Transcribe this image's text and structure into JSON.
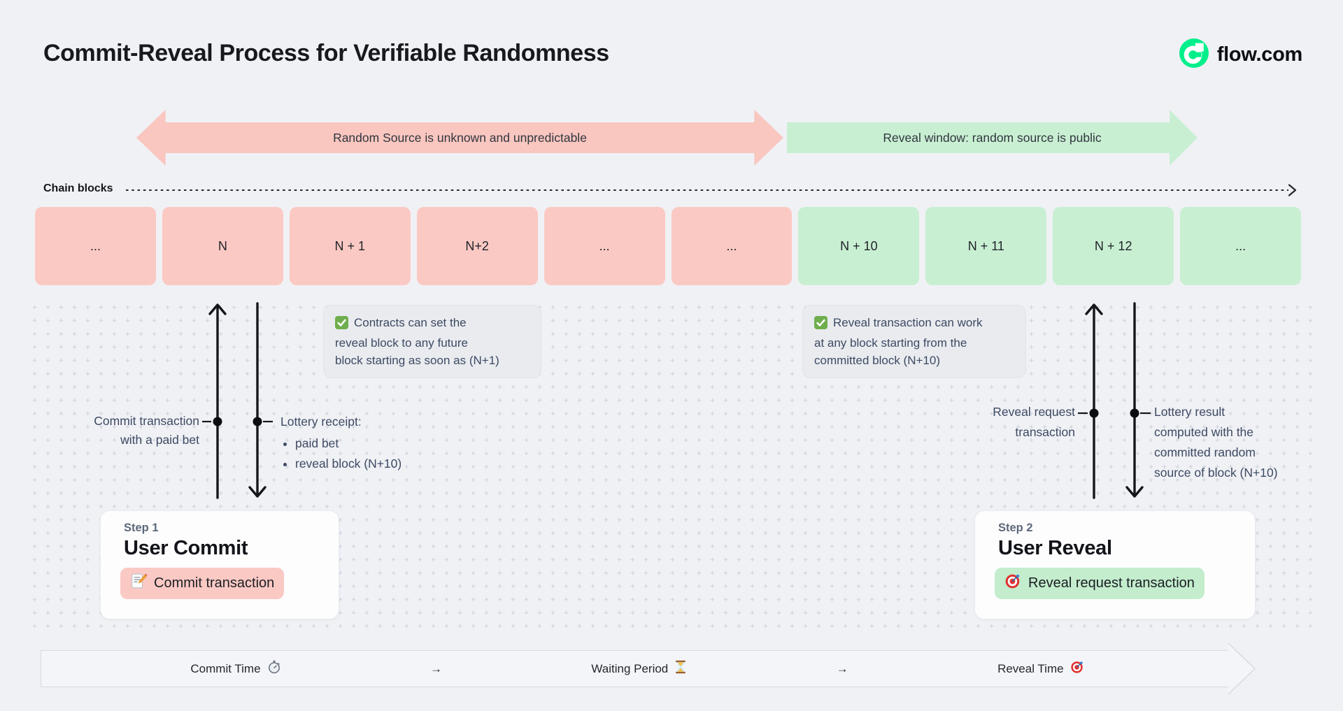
{
  "header": {
    "title": "Commit-Reveal Process for Verifiable Randomness",
    "brand": "flow.com"
  },
  "phases": {
    "commit_label": "Random Source is unknown and unpredictable",
    "reveal_label": "Reveal window: random source is public"
  },
  "chain": {
    "label": "Chain blocks",
    "blocks": [
      {
        "label": "...",
        "phase": "commit"
      },
      {
        "label": "N",
        "phase": "commit"
      },
      {
        "label": "N + 1",
        "phase": "commit"
      },
      {
        "label": "N+2",
        "phase": "commit"
      },
      {
        "label": "...",
        "phase": "commit"
      },
      {
        "label": "...",
        "phase": "commit"
      },
      {
        "label": "N + 10",
        "phase": "reveal"
      },
      {
        "label": "N + 11",
        "phase": "reveal"
      },
      {
        "label": "N + 12",
        "phase": "reveal"
      },
      {
        "label": "...",
        "phase": "reveal"
      }
    ]
  },
  "notes": {
    "commit_note": {
      "icon": "check-icon",
      "lines": [
        "Contracts can set the",
        "reveal block to any future",
        "block starting as soon as (N+1)"
      ]
    },
    "reveal_note": {
      "icon": "check-icon",
      "lines": [
        "Reveal transaction can work",
        "at any block starting from the",
        "committed block (N+10)"
      ]
    }
  },
  "annotations": {
    "commit_tx": {
      "line1": "Commit transaction",
      "line2": "with a paid bet"
    },
    "lottery_receipt": {
      "title": "Lottery receipt:",
      "bullets": [
        "paid bet",
        "reveal block (N+10)"
      ]
    },
    "reveal_request": {
      "line1": "Reveal request",
      "line2": "transaction"
    },
    "lottery_result": {
      "lines": [
        "Lottery result",
        "computed with the",
        "committed random",
        "source of block (N+10)"
      ]
    }
  },
  "steps": [
    {
      "label": "Step 1",
      "title": "User Commit",
      "action": "Commit transaction",
      "icon": "memo-icon"
    },
    {
      "label": "Step 2",
      "title": "User Reveal",
      "action": "Reveal request transaction",
      "icon": "dart-icon"
    }
  ],
  "timeline": {
    "items": [
      "Commit Time",
      "Waiting Period",
      "Reveal Time"
    ],
    "arrow": "→"
  },
  "colors": {
    "flow_green": "#00ef8b",
    "commit_pink": "#f9c6c0",
    "reveal_green": "#c9efd3",
    "block_pink": "#fbc9c3",
    "block_green": "#c9efd3",
    "note_gray": "#e9ebef",
    "annotation_text": "#3d4a63"
  }
}
